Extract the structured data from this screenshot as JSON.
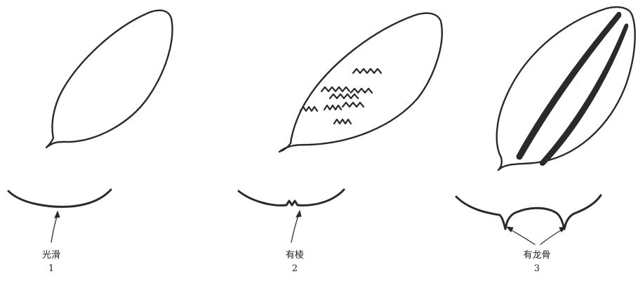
{
  "figures": [
    {
      "label": "光滑",
      "number": "1"
    },
    {
      "label": "有棱",
      "number": "2"
    },
    {
      "label": "有龙骨",
      "number": "3"
    }
  ]
}
